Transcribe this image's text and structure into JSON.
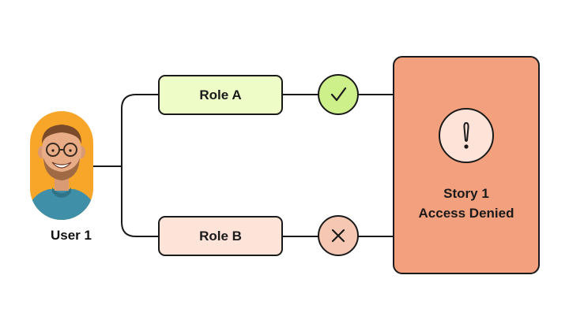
{
  "user": {
    "label": "User 1"
  },
  "roles": [
    {
      "label": "Role A",
      "status": "check-icon"
    },
    {
      "label": "Role B",
      "status": "cross-icon"
    }
  ],
  "story": {
    "title": "Story 1",
    "subtitle": "Access Denied",
    "icon": "exclamation-icon"
  },
  "colors": {
    "role_a_fill": "#eefcc8",
    "role_b_fill": "#fde3d8",
    "check_fill": "#cdf08a",
    "cross_fill": "#f6c8b4",
    "story_fill": "#f2a07e",
    "story_icon_fill": "#fde3d8",
    "avatar_bg": "#f8a62a",
    "sweater": "#3f8fa8",
    "line": "#1a1a1a"
  }
}
